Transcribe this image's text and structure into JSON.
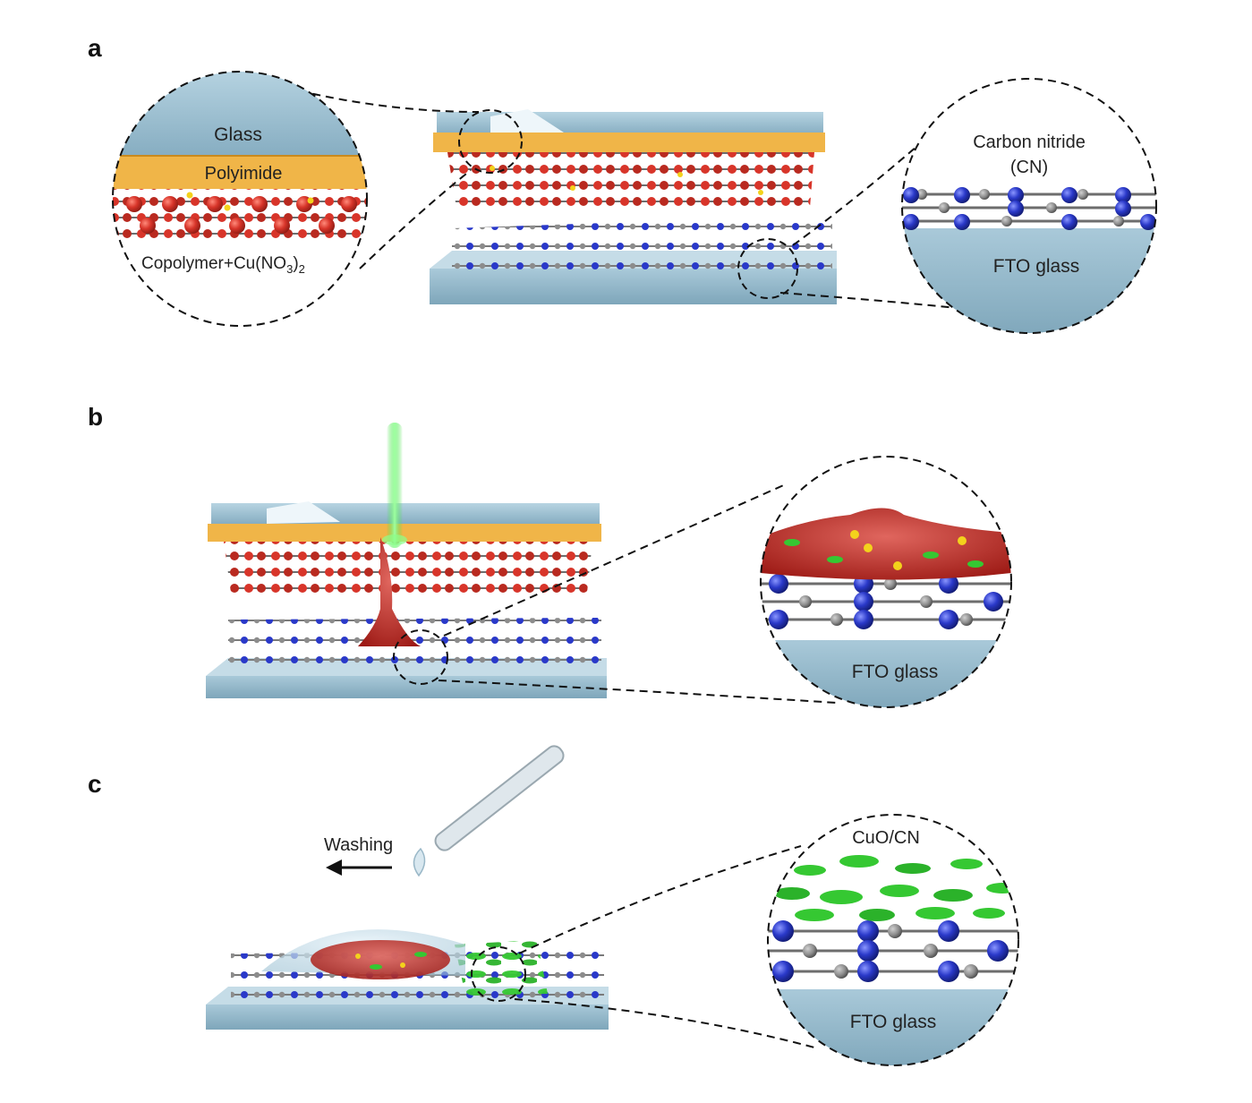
{
  "panels": [
    {
      "letter": "a"
    },
    {
      "letter": "b"
    },
    {
      "letter": "c"
    }
  ],
  "labels": {
    "glass": "Glass",
    "polyimide": "Polyimide",
    "copolymer": "Copolymer+Cu(NO",
    "copolymer_sub3": "3",
    "copolymer_close": ")",
    "copolymer_sub2": "2",
    "carbon_nitride": "Carbon nitride",
    "cn": "(CN)",
    "fto_a": "FTO glass",
    "fto_b": "FTO glass",
    "fto_c": "FTO glass",
    "washing": "Washing",
    "cuo_cn": "CuO/CN"
  },
  "colors": {
    "glass": "#9cc1d3",
    "glass_dark": "#7fa9bd",
    "polyimide": "#f0b548",
    "copolymer": "#d2392c",
    "nitrogen": "#2334c4",
    "carbon": "#8c8c8c",
    "laser": "#3bdc3b",
    "cuo": "#35c832",
    "cu_ion": "#f3d21c",
    "melt": "#b8201c"
  }
}
